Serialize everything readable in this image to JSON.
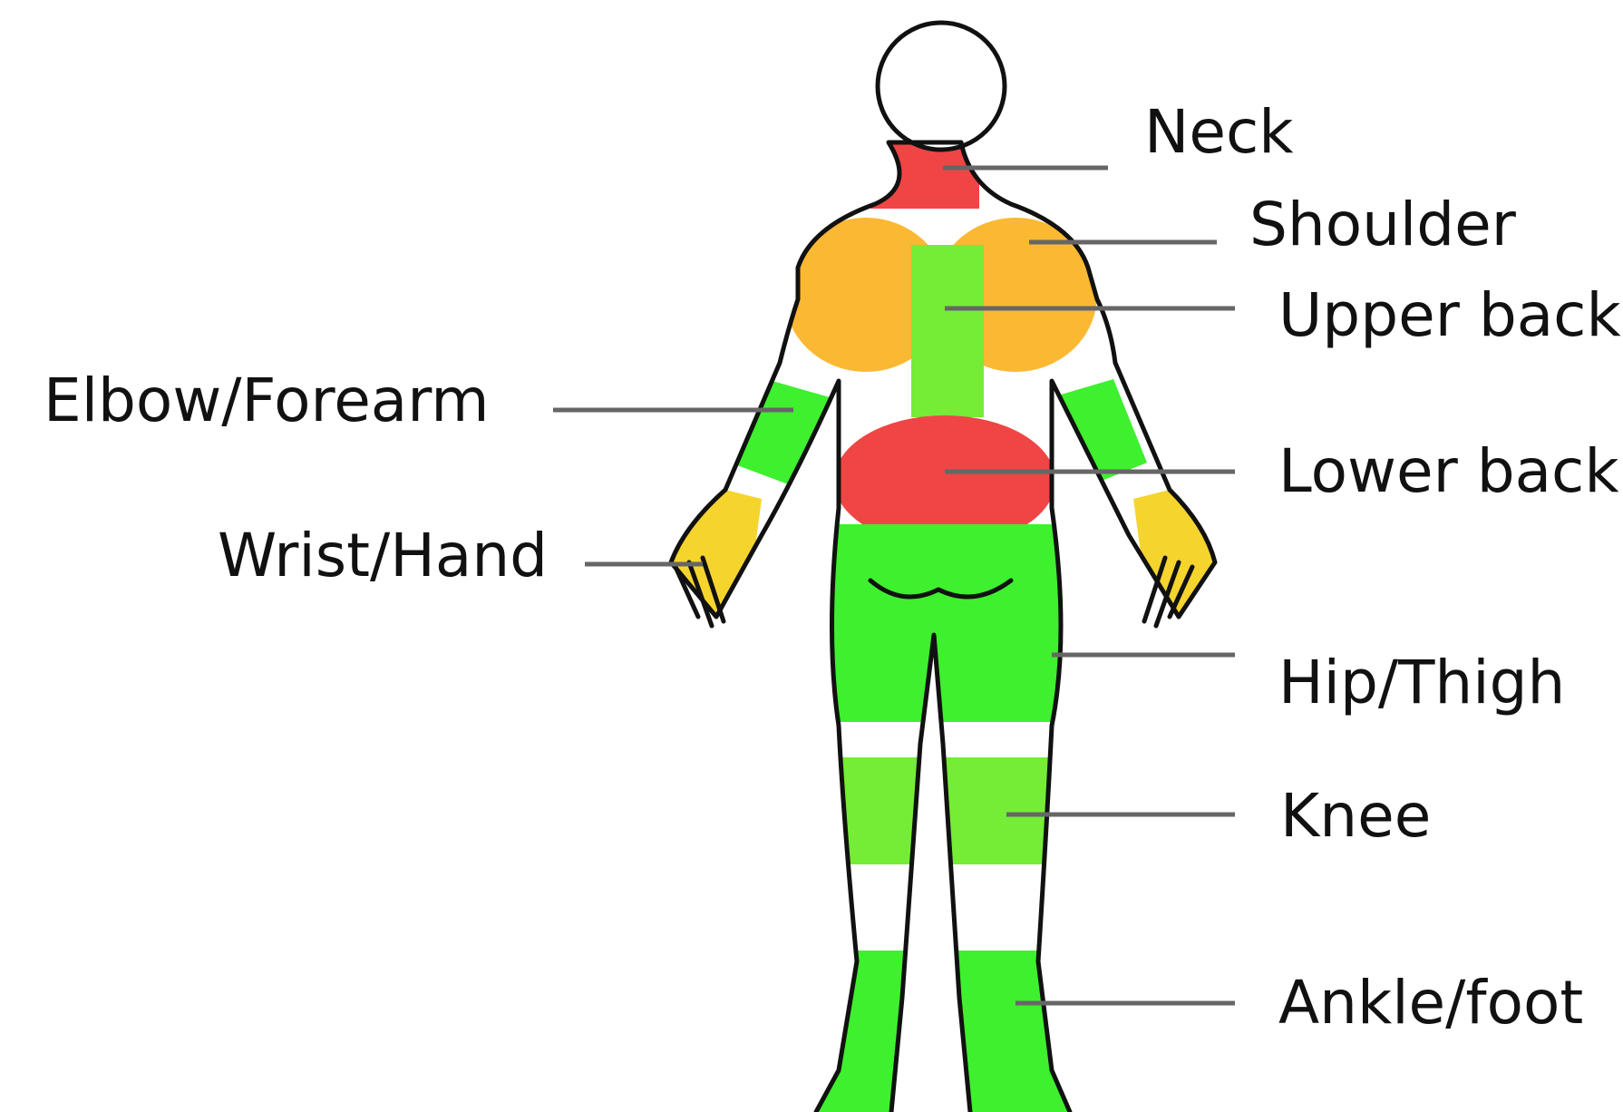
{
  "colors": {
    "high": "#f04545",
    "medium": "#fbb832",
    "low": "#3ef02e",
    "low_light": "#75ec36",
    "wrist": "#f5d42e",
    "body_fill": "#ffffff",
    "outline": "#111111",
    "leader": "#666666"
  },
  "labels": {
    "neck": "Neck",
    "shoulder": "Shoulder",
    "upper_back": "Upper back",
    "elbow_forearm": "Elbow/Forearm",
    "lower_back": "Lower back",
    "wrist_hand": "Wrist/Hand",
    "hip_thigh": "Hip/Thigh",
    "knee": "Knee",
    "ankle_foot": "Ankle/foot"
  }
}
